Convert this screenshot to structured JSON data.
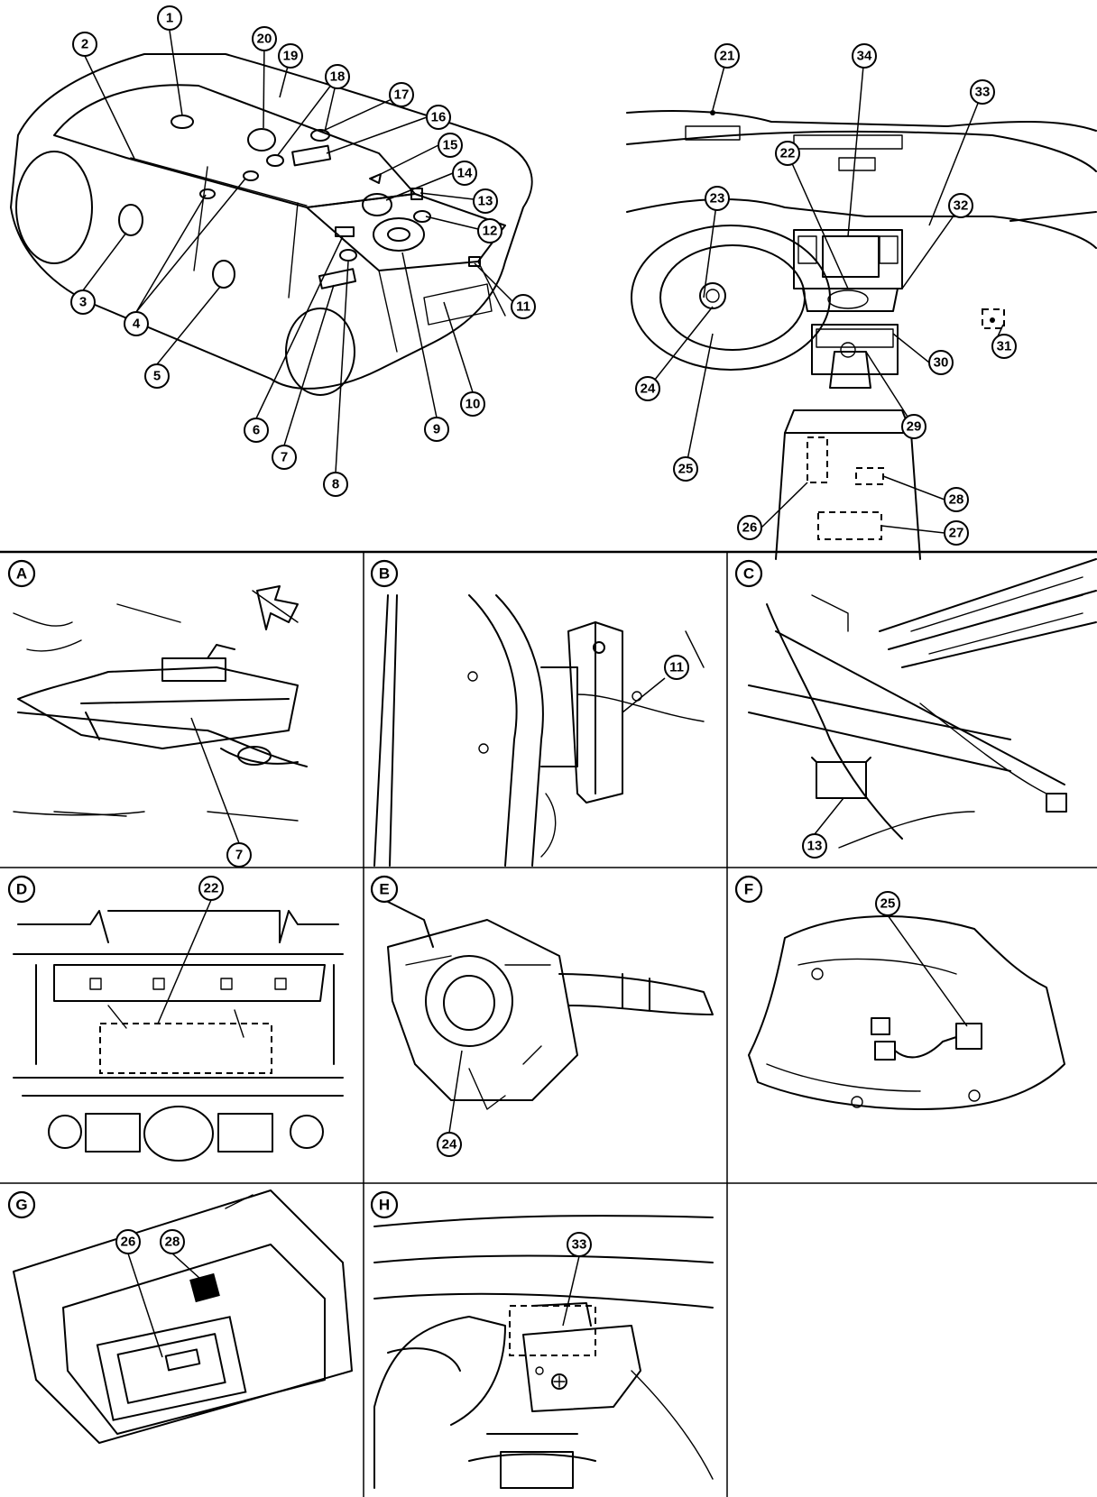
{
  "callouts": {
    "c1": "1",
    "c2": "2",
    "c3": "3",
    "c4": "4",
    "c5": "5",
    "c6": "6",
    "c7": "7",
    "c8": "8",
    "c9": "9",
    "c10": "10",
    "c11": "11",
    "c12": "12",
    "c13": "13",
    "c14": "14",
    "c15": "15",
    "c16": "16",
    "c17": "17",
    "c18": "18",
    "c19": "19",
    "c20": "20",
    "c21": "21",
    "c22": "22",
    "c23": "23",
    "c24": "24",
    "c25": "25",
    "c26": "26",
    "c27": "27",
    "c28": "28",
    "c29": "29",
    "c30": "30",
    "c31": "31",
    "c32": "32",
    "c33": "33",
    "c34": "34"
  },
  "panels": {
    "A": {
      "label": "A",
      "callouts": [
        "7"
      ]
    },
    "B": {
      "label": "B",
      "callouts": [
        "11"
      ]
    },
    "C": {
      "label": "C",
      "callouts": [
        "13"
      ]
    },
    "D": {
      "label": "D",
      "callouts": [
        "22"
      ]
    },
    "E": {
      "label": "E",
      "callouts": [
        "24"
      ]
    },
    "F": {
      "label": "F",
      "callouts": [
        "25"
      ]
    },
    "G": {
      "label": "G",
      "callouts": [
        "26",
        "28"
      ]
    },
    "H": {
      "label": "H",
      "callouts": [
        "33"
      ]
    }
  }
}
